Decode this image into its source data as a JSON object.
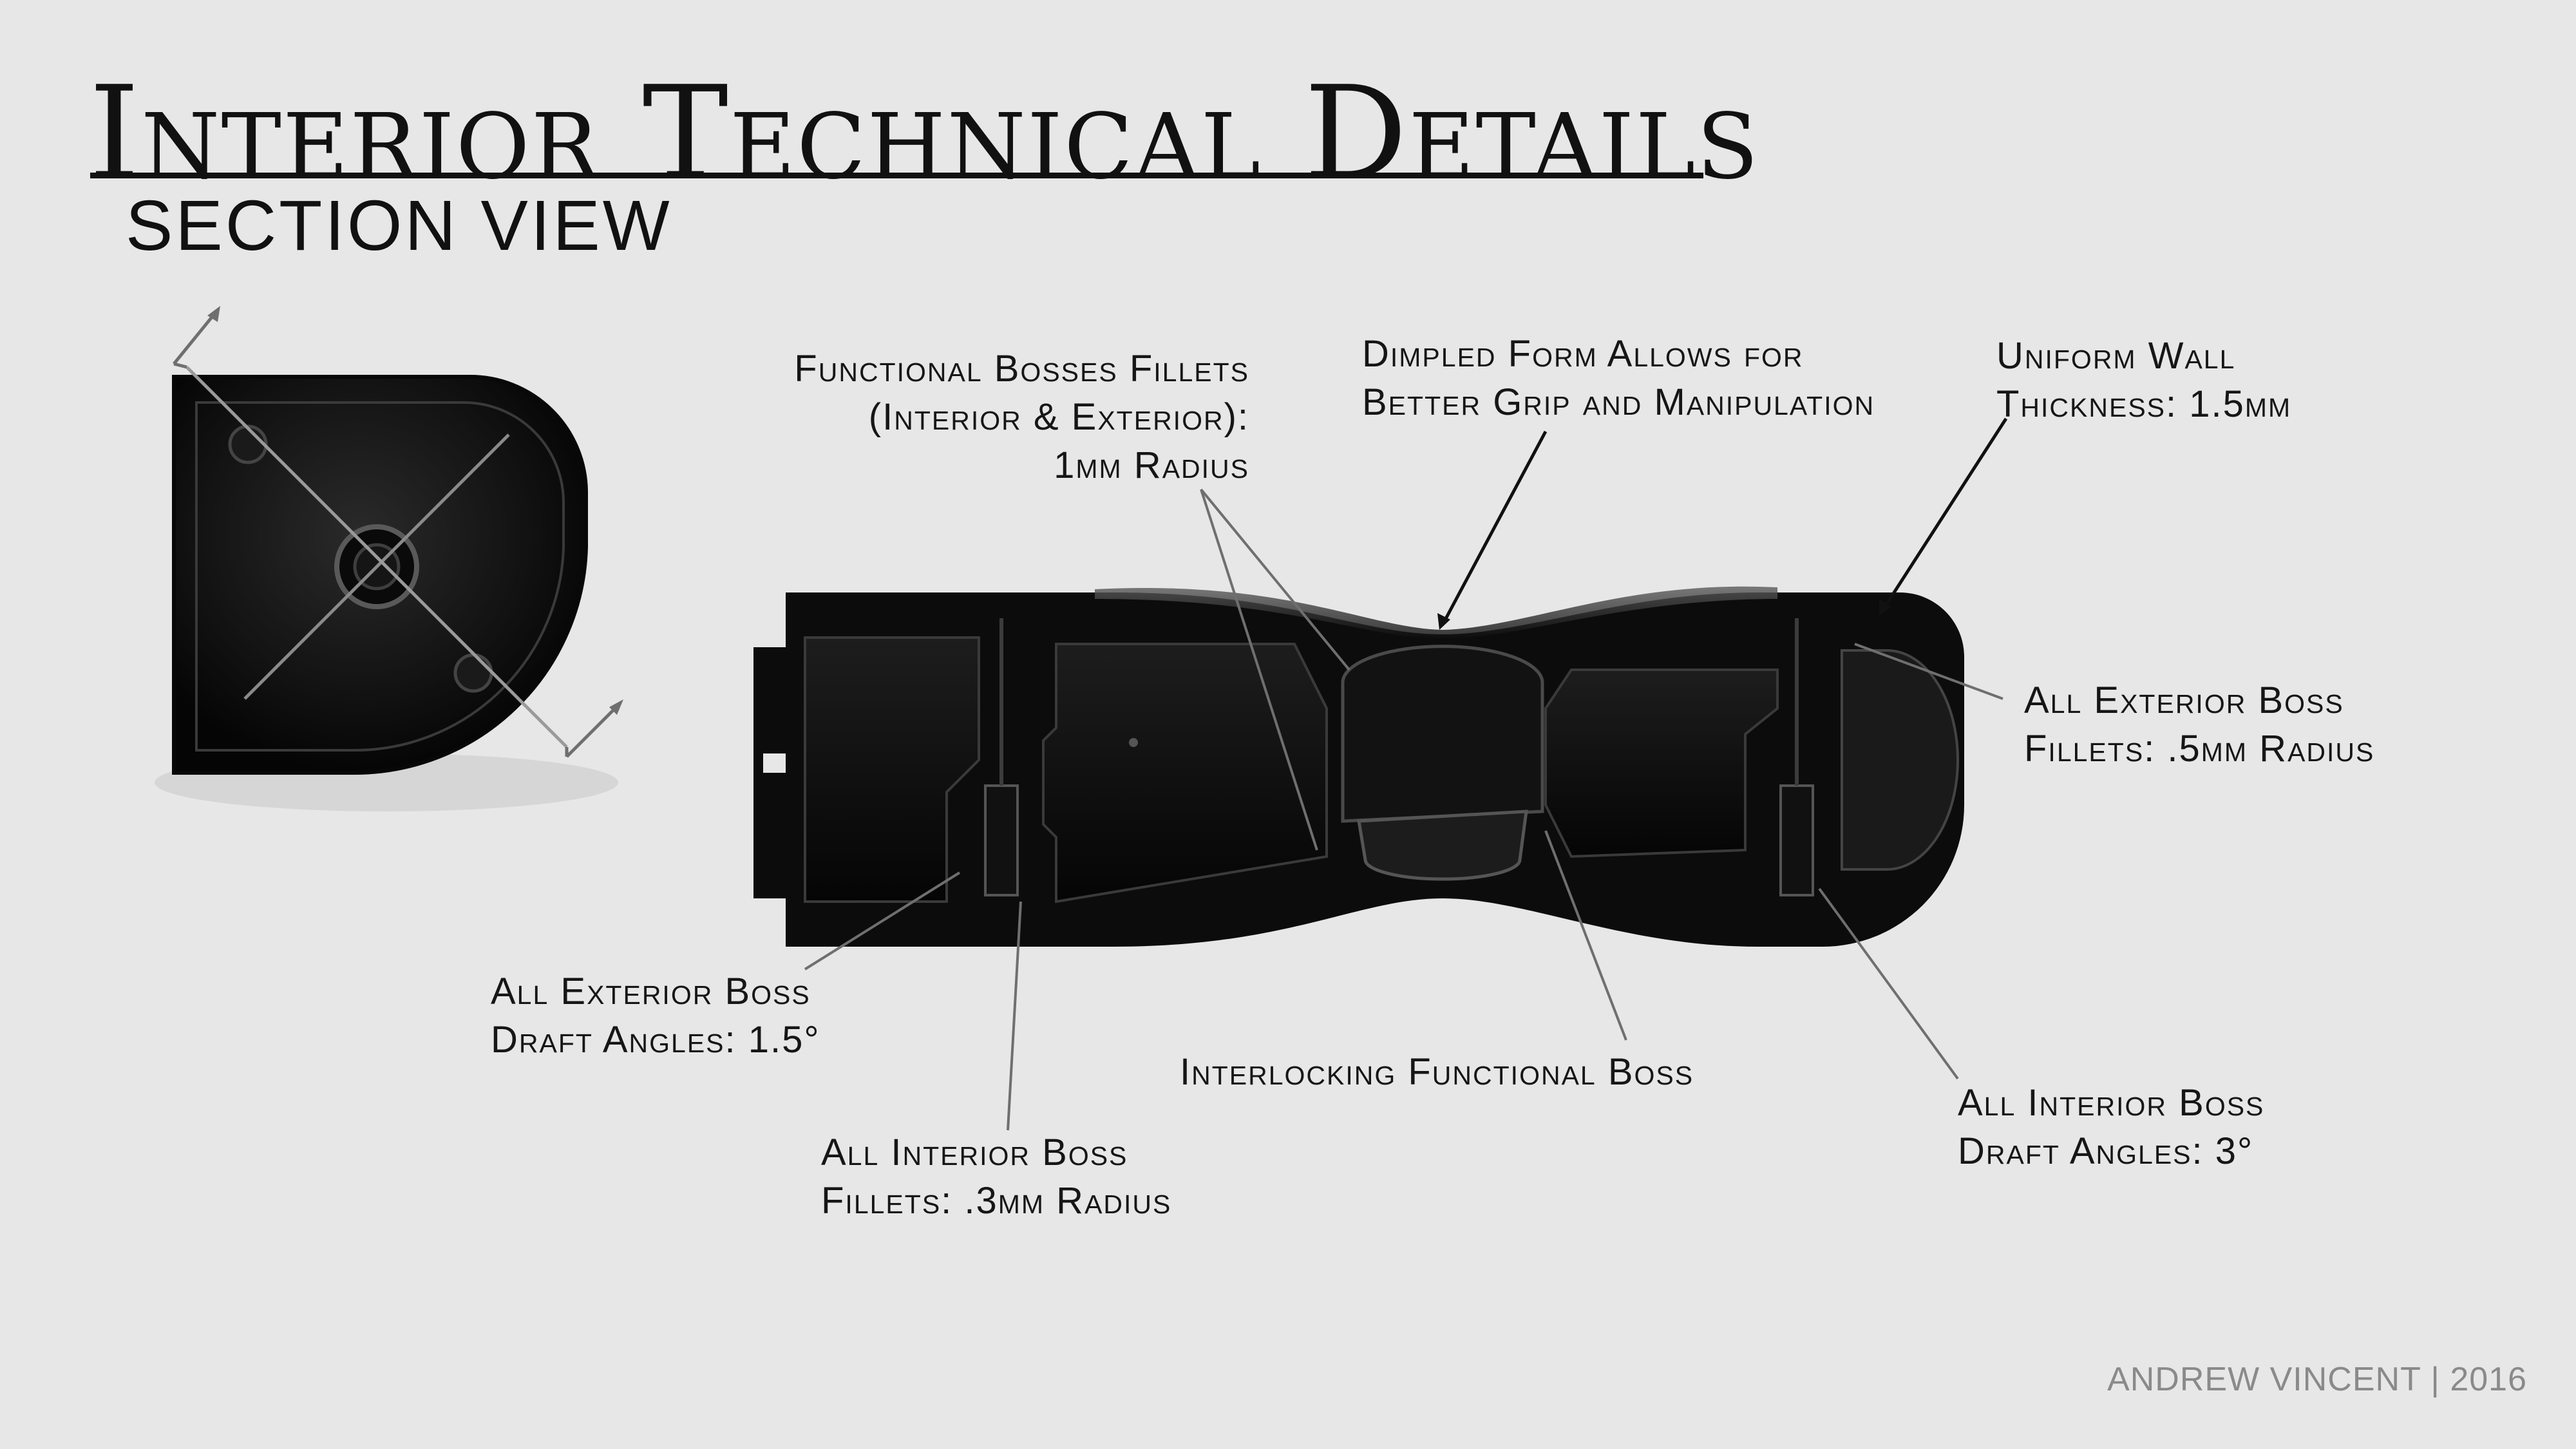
{
  "header": {
    "title": "Interior Technical Details",
    "subtitle": "SECTION VIEW"
  },
  "callouts": {
    "bosses_fillets": "Functional Bosses Fillets\n(Interior & Exterior):\n1mm Radius",
    "dimpled_form": "Dimpled Form Allows for\nBetter Grip and Manipulation",
    "uniform_wall": "Uniform Wall\nThickness: 1.5mm",
    "exterior_fillets": "All Exterior Boss\nFillets: .5mm Radius",
    "exterior_draft": "All Exterior Boss\nDraft Angles: 1.5°",
    "interior_fillets": "All Interior Boss\nFillets: .3mm Radius",
    "interlocking": "Interlocking Functional Boss",
    "interior_draft": "All Interior Boss\nDraft Angles: 3°"
  },
  "footer": {
    "credit": "ANDREW VINCENT | 2016"
  },
  "colors": {
    "background": "#e7e7e7",
    "part": "#0c0c0c",
    "leader_dark": "#111111",
    "leader_gray": "#6f6f6f"
  }
}
